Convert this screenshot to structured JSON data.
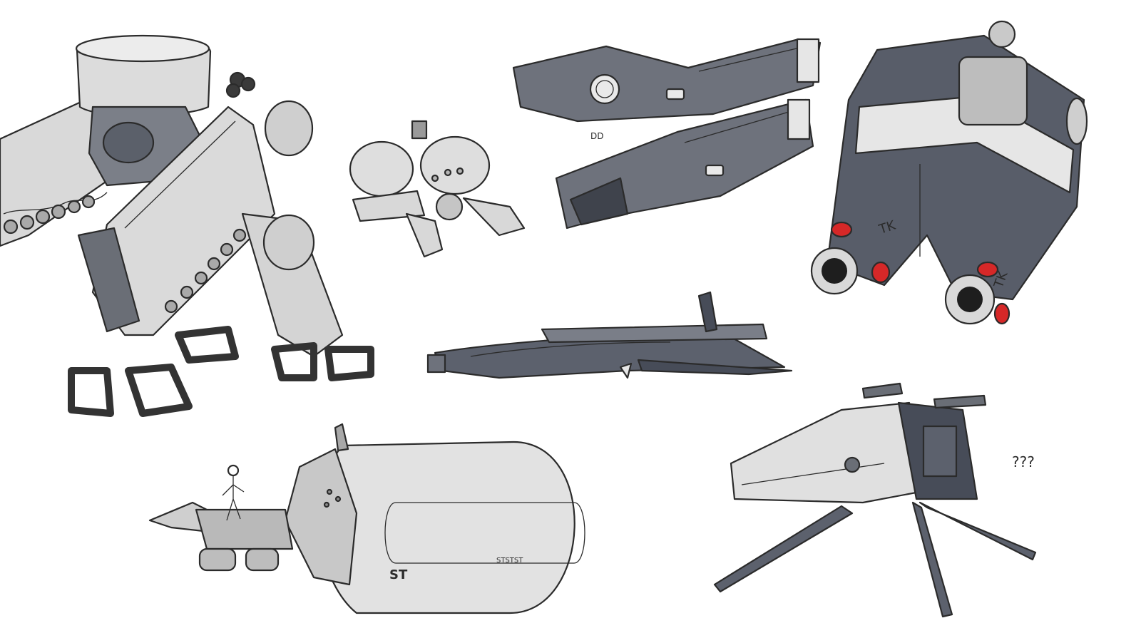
{
  "sheet": {
    "background": "#ffffff",
    "palette": {
      "ink": "#2b2b2b",
      "light_gray": "#d9d9d9",
      "mid_gray": "#a9a9a9",
      "dark_slate": "#5a5f6b",
      "deep_slate": "#474c58",
      "accent_red": "#d62828",
      "highlight": "#f4f4f4"
    }
  },
  "labels": {
    "question_marks": "???",
    "st_large": "ST",
    "st_series": "STSTST",
    "tk_left": "TK",
    "tk_right": "TK",
    "dd_mark": "DD"
  }
}
